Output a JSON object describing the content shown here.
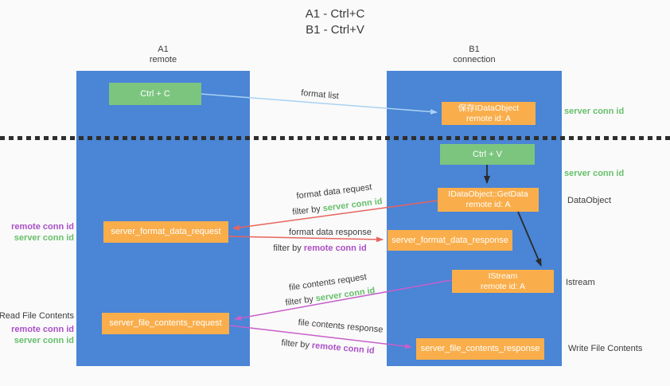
{
  "title": {
    "line1": "A1 - Ctrl+C",
    "line2": "B1 - Ctrl+V"
  },
  "lanes": {
    "a1": {
      "name": "A1",
      "subtitle": "remote"
    },
    "b1": {
      "name": "B1",
      "subtitle": "connection"
    }
  },
  "nodes": {
    "ctrl_c": "Ctrl + C",
    "save_idataobject": {
      "line1": "保存IDataObject",
      "line2": "remote id: A"
    },
    "ctrl_v": "Ctrl + V",
    "getdata": {
      "line1": "IDataObject::GetData",
      "line2": "remote id: A"
    },
    "format_request": "server_format_data_request",
    "format_response": "server_format_data_response",
    "istream": {
      "line1": "IStream",
      "line2": "remote id: A"
    },
    "file_request": "server_file_contents_request",
    "file_response": "server_file_contents_response"
  },
  "edge_labels": {
    "format_list": "format list",
    "format_data_request": "format data request",
    "format_data_response": "format data response",
    "file_contents_request": "file contents request",
    "file_contents_response": "file contents response",
    "filter_by": "filter by ",
    "server_conn_id": "server conn id",
    "remote_conn_id": "remote conn id"
  },
  "side_labels": {
    "server_conn_id_top": "server conn id",
    "server_conn_id_mid": "server conn id",
    "dataobject": "DataObject",
    "istream": "Istream",
    "write_file_contents": "Write File Contents",
    "read_file_contents": "Read File Contents",
    "remote_conn_id_fmt": "remote conn id",
    "server_conn_id_fmt": "server conn id",
    "remote_conn_id_file": "remote conn id",
    "server_conn_id_file": "server conn id"
  },
  "colors": {
    "lane_blue": "#4a85d6",
    "green_box": "#7cc57f",
    "orange_box": "#f9ae4b",
    "background": "#fafafa",
    "green_label": "#67bf6b",
    "purple_label": "#ab4fc8",
    "red_arrow": "#e8645e",
    "magenta_arrow": "#c75fcb",
    "blue_arrow": "#a9d2f2",
    "black_arrow": "#2b2b2b"
  }
}
